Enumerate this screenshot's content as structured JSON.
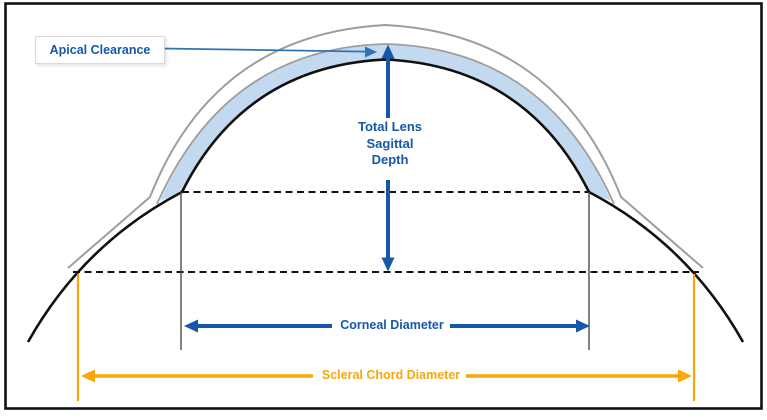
{
  "figure": {
    "title": "scleral-lens-fitting-diagram",
    "background_color": "#FFFFFF",
    "border_color": "#111111",
    "labels": {
      "apical_clearance": "Apical Clearance",
      "sagittal_depth": {
        "line1": "Total Lens",
        "line2": "Sagittal",
        "line3": "Depth"
      },
      "corneal_diameter": "Corneal Diameter",
      "scleral_chord_diameter": "Scleral Chord Diameter"
    },
    "colors": {
      "label_blue": "#1558A8",
      "arrow_dark_blue": "#1558A8",
      "leader_line_blue": "#2E75B6",
      "tear_layer_fill": "#C3D9F0",
      "lens_gray": "#9E9E9E",
      "eye_outline_black": "#111111",
      "diameter_orange": "#F7A808",
      "tick_gray": "#4D4D4D"
    }
  }
}
